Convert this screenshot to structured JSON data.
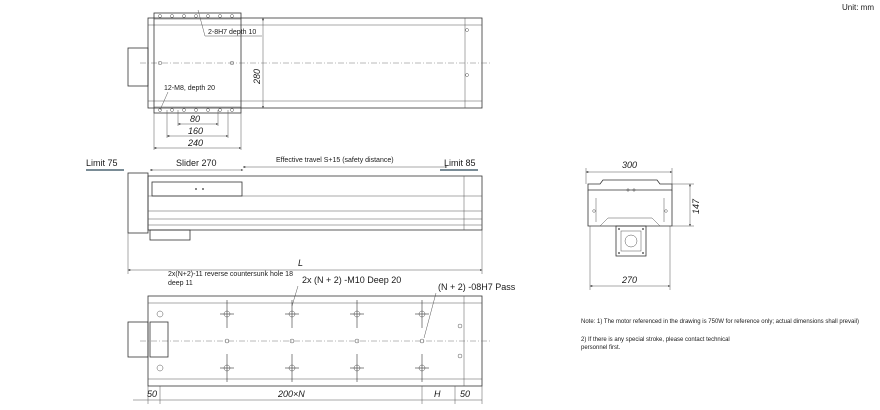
{
  "unit_label": "Unit: mm",
  "top_view": {
    "hole_callout_1": "2-8H7 depth 10",
    "hole_callout_2": "12-M8, depth 20",
    "dim_80": "80",
    "dim_160": "160",
    "dim_240": "240",
    "dim_280": "280"
  },
  "side_view": {
    "limit_left": "Limit 75",
    "slider": "Slider 270",
    "travel": "Effective travel S+15 (safety distance)",
    "limit_right": "Limit 85",
    "length": "L"
  },
  "bottom_view": {
    "callout_countersunk_1": "2x(N+2)-11 reverse countersunk hole 18",
    "callout_countersunk_2": "deep 11",
    "callout_m10": "2x (N + 2) -M10 Deep 20",
    "callout_pass": "(N + 2) -08H7 Pass",
    "dim_50_left": "50",
    "dim_pitch": "200×N",
    "dim_h": "H",
    "dim_50_right": "50"
  },
  "end_view": {
    "dim_300": "300",
    "dim_147": "147",
    "dim_270": "270"
  },
  "notes": {
    "note_1": "Note: 1) The motor referenced in the drawing is 750W for reference only; actual dimensions shall prevail)",
    "note_2a": "2) If there is any special stroke, please contact technical",
    "note_2b": "personnel first."
  }
}
